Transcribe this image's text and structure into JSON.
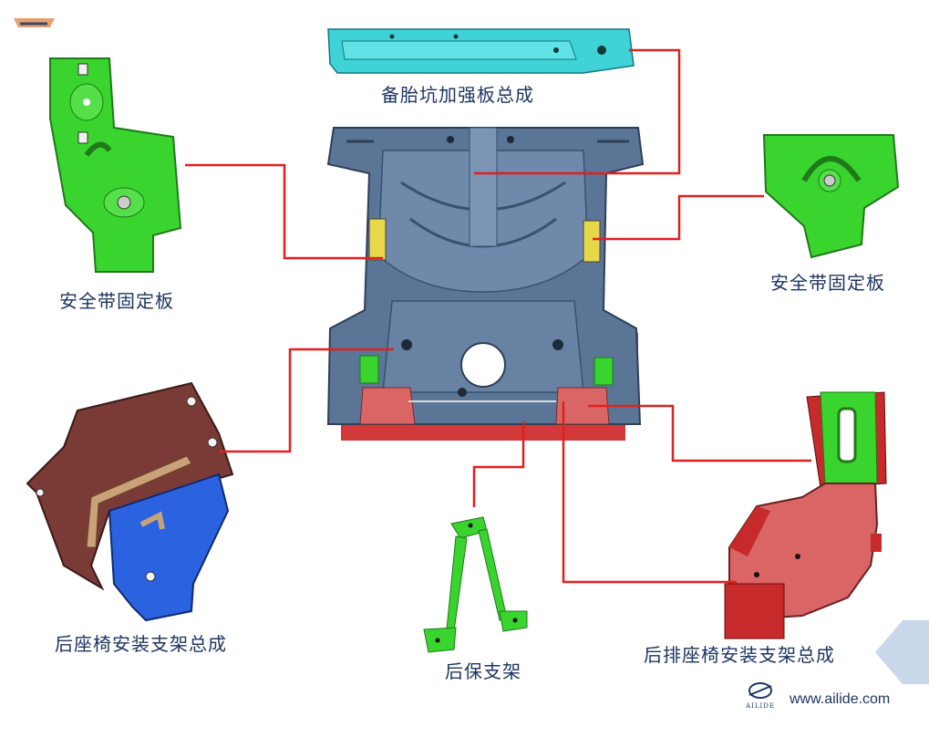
{
  "labels": {
    "spare_tire_reinforcement": "备胎坑加强板总成",
    "seatbelt_plate_left": "安全带固定板",
    "seatbelt_plate_right": "安全带固定板",
    "rear_seat_bracket_left": "后座椅安装支架总成",
    "rear_bumper_bracket": "后保支架",
    "rear_seat_bracket_right": "后排座椅安装支架总成"
  },
  "footer": {
    "brand": "AILIDE",
    "url": "www.ailide.com"
  },
  "colors": {
    "leader_line": "#e02020",
    "floor_panel": "#5b7596",
    "part_green": "#39d42e",
    "part_cyan": "#3fd3d8",
    "part_brown": "#7a3b36",
    "part_blue": "#2a62e0",
    "part_pink": "#d96565",
    "text": "#1f3560"
  }
}
